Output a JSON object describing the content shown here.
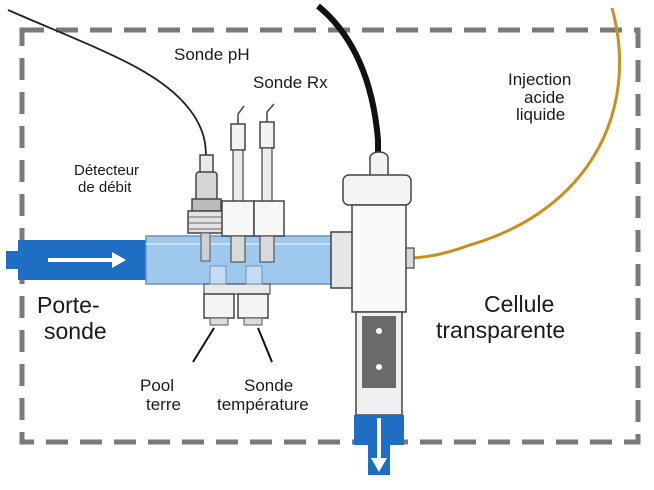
{
  "labels": {
    "sonde_ph": "Sonde pH",
    "sonde_rx": "Sonde Rx",
    "injection_line1": "Injection",
    "injection_line2": "acide",
    "injection_line3": "liquide",
    "detecteur_line1": "Détecteur",
    "detecteur_line2": "de débit",
    "porte_line1": "Porte-",
    "porte_line2": "sonde",
    "cellule_line1": "Cellule",
    "cellule_line2": "transparente",
    "pool_line1": "Pool",
    "pool_line2": "terre",
    "temp_line1": "Sonde",
    "temp_line2": "température"
  },
  "colors": {
    "pipe_blue": "#1e6fc4",
    "pipe_light": "#9fc8ee",
    "border_dash": "#7a7a7a",
    "orange_tube": "#c8901c",
    "cable_dark": "#111111"
  }
}
